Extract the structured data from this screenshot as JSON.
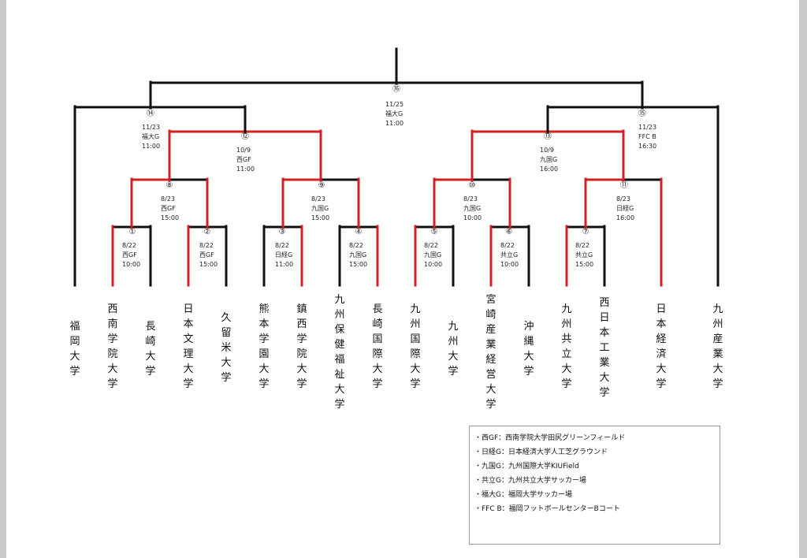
{
  "colors": {
    "win": "#d42020",
    "line": "#111111"
  },
  "matches": [
    {
      "num": "①",
      "date": "8/22",
      "venue": "西GF",
      "time": "10:00"
    },
    {
      "num": "②",
      "date": "8/22",
      "venue": "西GF",
      "time": "15:00"
    },
    {
      "num": "③",
      "date": "8/22",
      "venue": "日経G",
      "time": "11:00"
    },
    {
      "num": "④",
      "date": "8/22",
      "venue": "九国G",
      "time": "15:00"
    },
    {
      "num": "⑤",
      "date": "8/22",
      "venue": "九国G",
      "time": "10:00"
    },
    {
      "num": "⑥",
      "date": "8/22",
      "venue": "共立G",
      "time": "10:00"
    },
    {
      "num": "⑦",
      "date": "8/22",
      "venue": "共立G",
      "time": "15:00"
    },
    {
      "num": "⑧",
      "date": "8/23",
      "venue": "西GF",
      "time": "15:00"
    },
    {
      "num": "⑨",
      "date": "8/23",
      "venue": "九国G",
      "time": "15:00"
    },
    {
      "num": "⑩",
      "date": "8/23",
      "venue": "九国G",
      "time": "10:00"
    },
    {
      "num": "⑪",
      "date": "8/23",
      "venue": "日経G",
      "time": "16:00"
    },
    {
      "num": "⑫",
      "date": "10/9",
      "venue": "西GF",
      "time": "11:00"
    },
    {
      "num": "⑬",
      "date": "10/9",
      "venue": "九国G",
      "time": "16:00"
    },
    {
      "num": "⑭",
      "date": "11/23",
      "venue": "福大G",
      "time": "11:00"
    },
    {
      "num": "⑮",
      "date": "11/23",
      "venue": "FFC B",
      "time": "16:30"
    },
    {
      "num": "⑯",
      "date": "11/25",
      "venue": "福大G",
      "time": "11:00"
    }
  ],
  "teams": [
    "福岡大学",
    "西南学院大学",
    "長崎大学",
    "日本文理大学",
    "久留米大学",
    "熊本学園大学",
    "鎮西学院大学",
    "九州保健福祉大学",
    "長崎国際大学",
    "九州国際大学",
    "九州大学",
    "宮崎産業経営大学",
    "沖縄大学",
    "九州共立大学",
    "西日本工業大学",
    "日本経済大学",
    "九州産業大学"
  ],
  "legend": [
    "・西GF：西南学院大学田尻グリーンフィールド",
    "・日経G：日本経済大学人工芝グラウンド",
    "・九国G：九州国際大学KIUField",
    "・共立G：九州共立大学サッカー場",
    "・福大G：福岡大学サッカー場",
    "・FFC B：福岡フットボールセンターBコート"
  ]
}
